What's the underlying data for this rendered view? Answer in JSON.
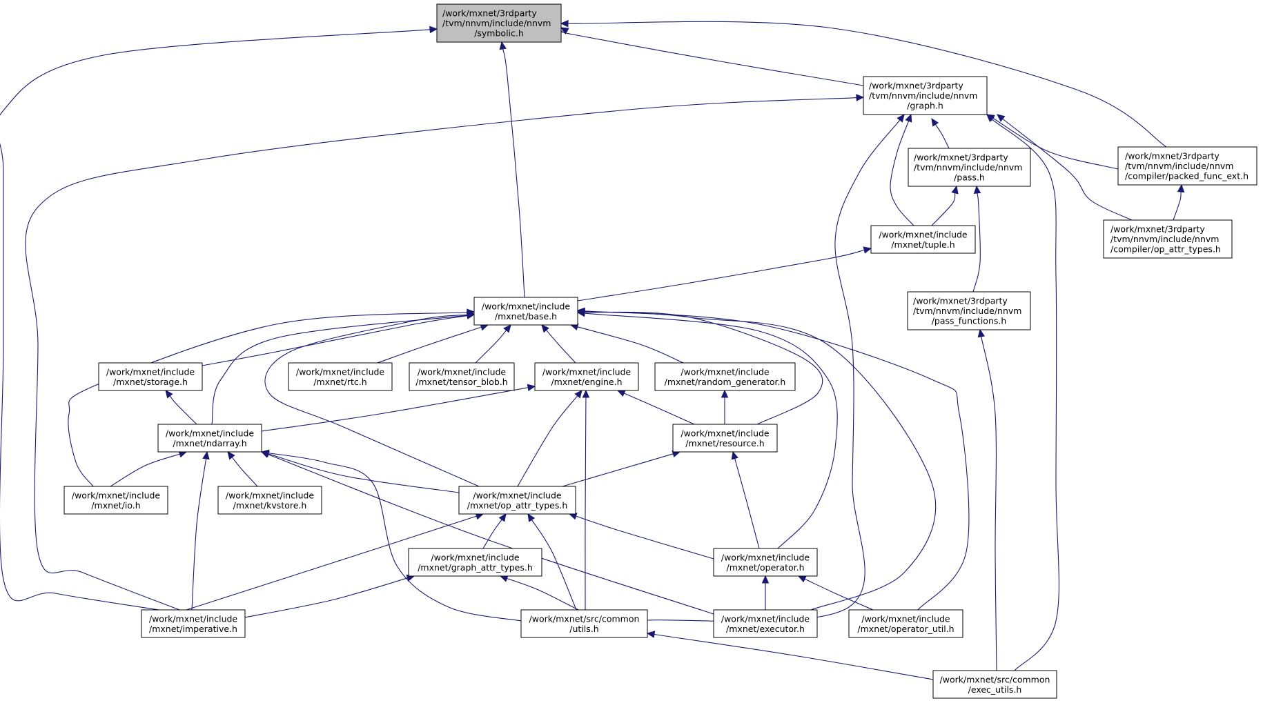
{
  "diagram": {
    "type": "include-dependency-graph",
    "colors": {
      "edge": "#191970",
      "node_border": "#000000",
      "root_fill": "#bfbfbf",
      "node_fill": "#ffffff"
    },
    "nodes": [
      {
        "id": "symbolic",
        "lines": [
          "/work/mxnet/3rdparty",
          "/tvm/nnvm/include/nnvm",
          "/symbolic.h"
        ],
        "root": true
      },
      {
        "id": "graph",
        "lines": [
          "/work/mxnet/3rdparty",
          "/tvm/nnvm/include/nnvm",
          "/graph.h"
        ]
      },
      {
        "id": "packed_func_ext",
        "lines": [
          "/work/mxnet/3rdparty",
          "/tvm/nnvm/include/nnvm",
          "/compiler/packed_func_ext.h"
        ]
      },
      {
        "id": "pass",
        "lines": [
          "/work/mxnet/3rdparty",
          "/tvm/nnvm/include/nnvm",
          "/pass.h"
        ]
      },
      {
        "id": "nnvm_op_attr_types",
        "lines": [
          "/work/mxnet/3rdparty",
          "/tvm/nnvm/include/nnvm",
          "/compiler/op_attr_types.h"
        ]
      },
      {
        "id": "tuple",
        "lines": [
          "/work/mxnet/include",
          "/mxnet/tuple.h"
        ]
      },
      {
        "id": "base",
        "lines": [
          "/work/mxnet/include",
          "/mxnet/base.h"
        ]
      },
      {
        "id": "pass_functions",
        "lines": [
          "/work/mxnet/3rdparty",
          "/tvm/nnvm/include/nnvm",
          "/pass_functions.h"
        ]
      },
      {
        "id": "storage",
        "lines": [
          "/work/mxnet/include",
          "/mxnet/storage.h"
        ]
      },
      {
        "id": "rtc",
        "lines": [
          "/work/mxnet/include",
          "/mxnet/rtc.h"
        ]
      },
      {
        "id": "tensor_blob",
        "lines": [
          "/work/mxnet/include",
          "/mxnet/tensor_blob.h"
        ]
      },
      {
        "id": "engine",
        "lines": [
          "/work/mxnet/include",
          "/mxnet/engine.h"
        ]
      },
      {
        "id": "random_generator",
        "lines": [
          "/work/mxnet/include",
          "/mxnet/random_generator.h"
        ]
      },
      {
        "id": "ndarray",
        "lines": [
          "/work/mxnet/include",
          "/mxnet/ndarray.h"
        ]
      },
      {
        "id": "resource",
        "lines": [
          "/work/mxnet/include",
          "/mxnet/resource.h"
        ]
      },
      {
        "id": "io",
        "lines": [
          "/work/mxnet/include",
          "/mxnet/io.h"
        ]
      },
      {
        "id": "kvstore",
        "lines": [
          "/work/mxnet/include",
          "/mxnet/kvstore.h"
        ]
      },
      {
        "id": "op_attr_types",
        "lines": [
          "/work/mxnet/include",
          "/mxnet/op_attr_types.h"
        ]
      },
      {
        "id": "graph_attr_types",
        "lines": [
          "/work/mxnet/include",
          "/mxnet/graph_attr_types.h"
        ]
      },
      {
        "id": "operator",
        "lines": [
          "/work/mxnet/include",
          "/mxnet/operator.h"
        ]
      },
      {
        "id": "imperative",
        "lines": [
          "/work/mxnet/include",
          "/mxnet/imperative.h"
        ]
      },
      {
        "id": "utils",
        "lines": [
          "/work/mxnet/src/common",
          "/utils.h"
        ]
      },
      {
        "id": "executor",
        "lines": [
          "/work/mxnet/include",
          "/mxnet/executor.h"
        ]
      },
      {
        "id": "operator_util",
        "lines": [
          "/work/mxnet/include",
          "/mxnet/operator_util.h"
        ]
      },
      {
        "id": "exec_utils",
        "lines": [
          "/work/mxnet/src/common",
          "/exec_utils.h"
        ]
      }
    ],
    "edges": [
      {
        "from": "graph",
        "to": "symbolic"
      },
      {
        "from": "packed_func_ext",
        "to": "symbolic"
      },
      {
        "from": "base",
        "to": "symbolic"
      },
      {
        "from": "imperative",
        "to": "symbolic"
      },
      {
        "from": "imperative",
        "to": "graph"
      },
      {
        "from": "pass",
        "to": "graph"
      },
      {
        "from": "tuple",
        "to": "graph"
      },
      {
        "from": "utils",
        "to": "graph"
      },
      {
        "from": "packed_func_ext",
        "to": "graph"
      },
      {
        "from": "nnvm_op_attr_types",
        "to": "graph"
      },
      {
        "from": "exec_utils",
        "to": "graph"
      },
      {
        "from": "nnvm_op_attr_types",
        "to": "packed_func_ext"
      },
      {
        "from": "tuple",
        "to": "pass"
      },
      {
        "from": "pass_functions",
        "to": "pass"
      },
      {
        "from": "base",
        "to": "tuple"
      },
      {
        "from": "exec_utils",
        "to": "pass_functions"
      },
      {
        "from": "storage",
        "to": "base"
      },
      {
        "from": "rtc",
        "to": "base"
      },
      {
        "from": "tensor_blob",
        "to": "base"
      },
      {
        "from": "engine",
        "to": "base"
      },
      {
        "from": "random_generator",
        "to": "base"
      },
      {
        "from": "ndarray",
        "to": "base"
      },
      {
        "from": "io",
        "to": "base"
      },
      {
        "from": "op_attr_types",
        "to": "base"
      },
      {
        "from": "resource",
        "to": "base"
      },
      {
        "from": "operator",
        "to": "base"
      },
      {
        "from": "executor",
        "to": "base"
      },
      {
        "from": "operator_util",
        "to": "base"
      },
      {
        "from": "ndarray",
        "to": "storage"
      },
      {
        "from": "ndarray",
        "to": "engine"
      },
      {
        "from": "op_attr_types",
        "to": "engine"
      },
      {
        "from": "utils",
        "to": "engine"
      },
      {
        "from": "resource",
        "to": "engine"
      },
      {
        "from": "resource",
        "to": "random_generator"
      },
      {
        "from": "io",
        "to": "ndarray"
      },
      {
        "from": "kvstore",
        "to": "ndarray"
      },
      {
        "from": "imperative",
        "to": "ndarray"
      },
      {
        "from": "op_attr_types",
        "to": "ndarray"
      },
      {
        "from": "utils",
        "to": "ndarray"
      },
      {
        "from": "executor",
        "to": "ndarray"
      },
      {
        "from": "op_attr_types",
        "to": "resource"
      },
      {
        "from": "operator",
        "to": "resource"
      },
      {
        "from": "graph_attr_types",
        "to": "op_attr_types"
      },
      {
        "from": "imperative",
        "to": "op_attr_types"
      },
      {
        "from": "utils",
        "to": "op_attr_types"
      },
      {
        "from": "operator",
        "to": "op_attr_types"
      },
      {
        "from": "imperative",
        "to": "graph_attr_types"
      },
      {
        "from": "utils",
        "to": "graph_attr_types"
      },
      {
        "from": "executor",
        "to": "operator"
      },
      {
        "from": "operator_util",
        "to": "operator"
      },
      {
        "from": "exec_utils",
        "to": "utils"
      }
    ]
  }
}
